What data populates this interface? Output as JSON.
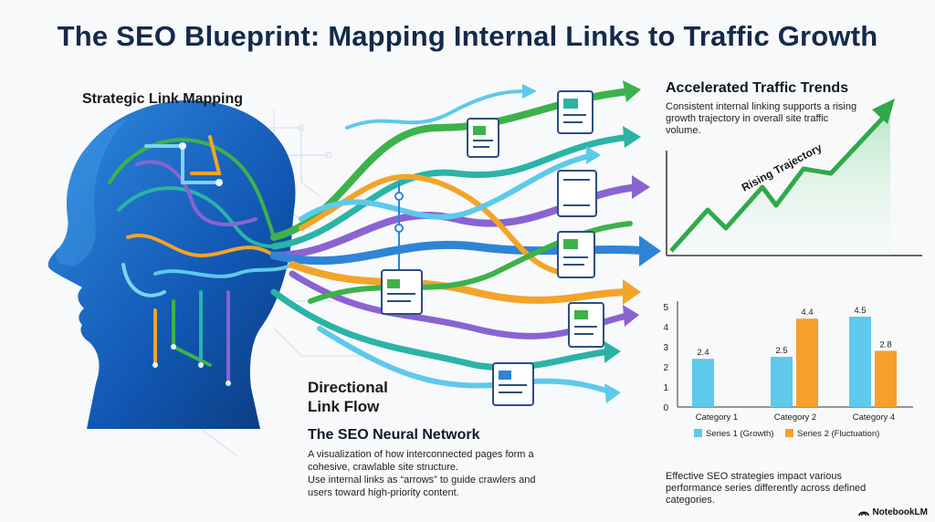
{
  "title": "The SEO Blueprint: Mapping Internal Links to Traffic Growth",
  "labels": {
    "strategic_link_mapping": "Strategic Link Mapping",
    "directional_link_flow": "Directional\nLink Flow"
  },
  "neural_network": {
    "heading": "The SEO Neural Network",
    "desc_line1": "A visualization of how interconnected pages form a cohesive, crawlable site structure.",
    "desc_line2": "Use internal links as “arrows” to guide crawlers and users toward high-priority content."
  },
  "traffic": {
    "heading": "Accelerated Traffic Trends",
    "desc": "Consistent internal linking supports a rising growth trajectory in overall site traffic volume.",
    "trajectory_label": "Rising Trajectory"
  },
  "chart_data": {
    "type": "bar",
    "categories": [
      "Category 1",
      "Category 2",
      "Category 4"
    ],
    "series": [
      {
        "name": "Series 1 (Growth)",
        "values": [
          2.4,
          2.5,
          4.5
        ],
        "color": "#5ec9ea"
      },
      {
        "name": "Series 2 (Fluctuation)",
        "values": [
          null,
          4.4,
          2.8
        ],
        "color": "#f6a02c"
      }
    ],
    "ylim": [
      0,
      5
    ],
    "yticks": [
      0,
      1,
      2,
      3,
      4,
      5
    ],
    "legend": "bottom",
    "grid": false
  },
  "performance_desc": "Effective SEO strategies impact various performance series differently across defined categories.",
  "brand": "NotebookLM",
  "colors": {
    "title": "#152a4a",
    "head_dark": "#0c3f86",
    "head_mid": "#1f6cc6",
    "green": "#3db24b",
    "purple": "#8a63d2",
    "orange": "#f2a429",
    "teal": "#2bb3a6",
    "blue": "#2f84d6"
  }
}
